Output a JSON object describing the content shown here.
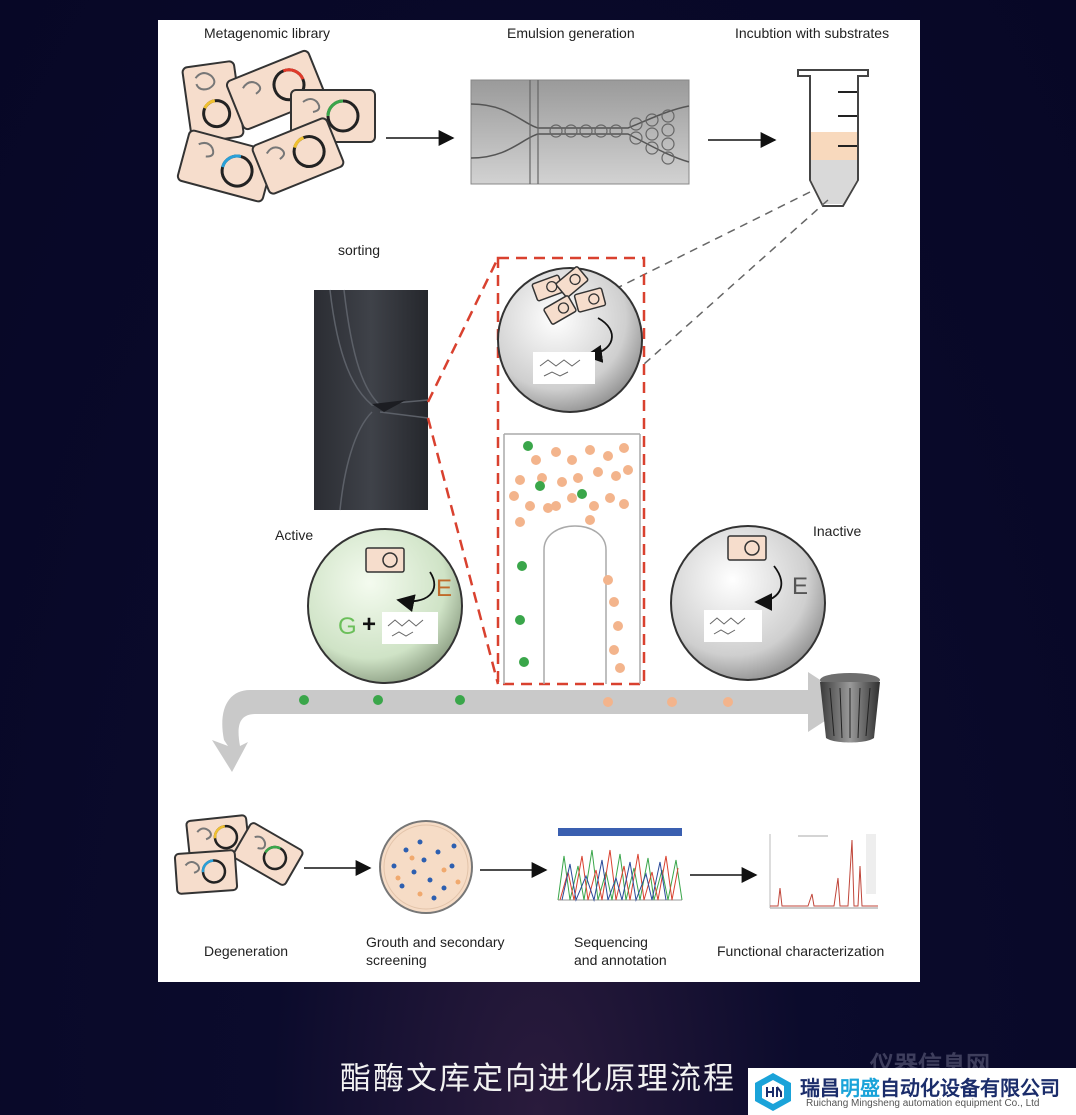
{
  "figure": {
    "labels": {
      "metagenomic_library": "Metagenomic library",
      "emulsion_generation": "Emulsion  generation",
      "incubation": "Incubtion with substrates",
      "sorting": "sorting",
      "active": "Active",
      "inactive": "Inactive",
      "degeneration": "Degeneration",
      "growth_line1": "Grouth and secondary",
      "growth_line2": "screening",
      "sequencing_line1": "Sequencing",
      "sequencing_line2": "and annotation",
      "functional": "Functional characterization"
    },
    "symbols": {
      "enzyme": "E",
      "product": "G",
      "plus": "+"
    },
    "colors": {
      "green": "#3aa64a",
      "peach": "#f3b48c",
      "red_dash": "#d9412f",
      "arrow_gray": "#c9c9c9"
    }
  },
  "caption": "酯酶文库定向进化原理流程",
  "brand": {
    "name_part1": "瑞昌",
    "name_highlight": "明盛",
    "name_part2": "自动化设备有限公司",
    "subtitle": "Ruichang Mingsheng automation equipment Co., Ltd"
  },
  "watermark": "仪器信息网"
}
